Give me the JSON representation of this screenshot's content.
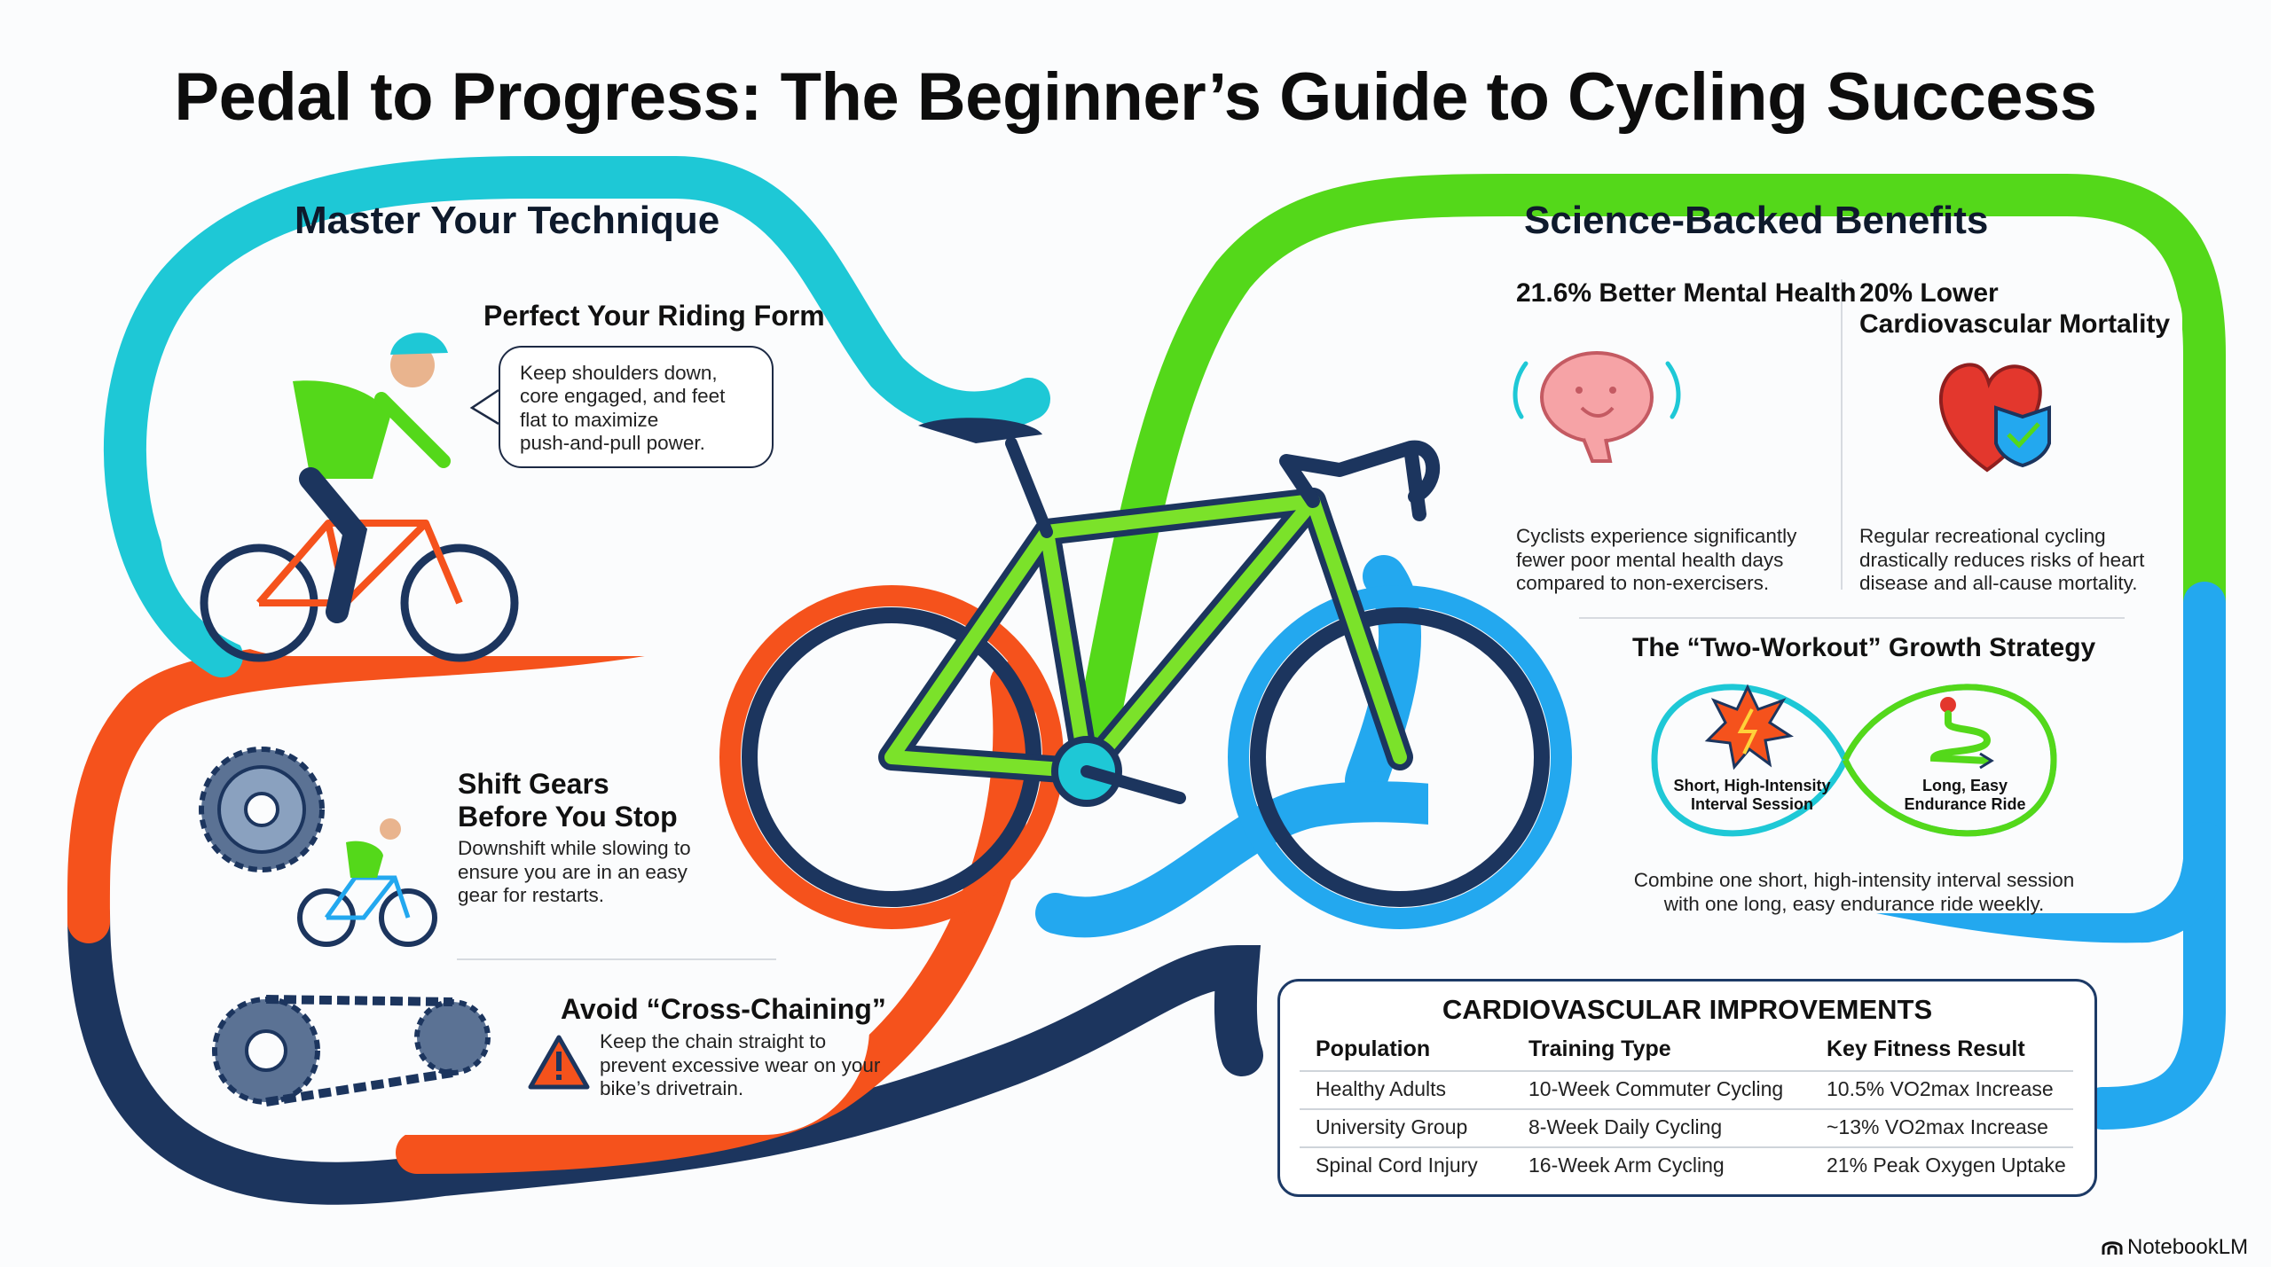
{
  "title": "Pedal to Progress: The Beginner’s Guide to Cycling Success",
  "technique": {
    "heading": "Master Your Technique",
    "form": {
      "title": "Perfect Your Riding Form",
      "line1": "Keep shoulders down,",
      "line2": "core engaged, and feet",
      "line3": "flat to maximize",
      "line4": "push-and-pull power."
    },
    "gears": {
      "title1": "Shift Gears",
      "title2": "Before You Stop",
      "line1": "Downshift while slowing to",
      "line2": "ensure you are in an easy",
      "line3": "gear for restarts."
    },
    "chain": {
      "title": "Avoid “Cross-Chaining”",
      "line1": "Keep the chain straight to",
      "line2": "prevent excessive wear on your",
      "line3": "bike’s drivetrain."
    }
  },
  "benefits": {
    "heading": "Science-Backed Benefits",
    "mental": {
      "title": "21.6% Better Mental Health",
      "line1": "Cyclists experience significantly",
      "line2": "fewer poor mental health days",
      "line3": "compared to non-exercisers."
    },
    "cardio": {
      "title1": "20% Lower",
      "title2": "Cardiovascular Mortality",
      "line1": "Regular recreational cycling",
      "line2": "drastically reduces risks of heart",
      "line3": "disease and all-cause mortality."
    },
    "strategy": {
      "title": "The “Two-Workout” Growth Strategy",
      "left1": "Short, High-Intensity",
      "left2": "Interval Session",
      "right1": "Long, Easy",
      "right2": "Endurance Ride",
      "line1": "Combine one short, high-intensity interval session",
      "line2": "with one long, easy endurance ride weekly."
    }
  },
  "table": {
    "title": "CARDIOVASCULAR IMPROVEMENTS",
    "headers": [
      "Population",
      "Training Type",
      "Key Fitness Result"
    ],
    "rows": [
      [
        "Healthy Adults",
        "10-Week Commuter Cycling",
        "10.5% VO2max Increase"
      ],
      [
        "University Group",
        "8-Week Daily Cycling",
        "~13% VO2max Increase"
      ],
      [
        "Spinal Cord Injury",
        "16-Week Arm Cycling",
        "21% Peak Oxygen Uptake"
      ]
    ]
  },
  "footer": {
    "brand": "NotebookLM"
  },
  "colors": {
    "cyan": "#1ec8d6",
    "green": "#54d81a",
    "orange": "#f5521c",
    "blue": "#23a8ef",
    "navy": "#1c355e"
  },
  "icons": [
    "cyclist-icon",
    "speech-bubble-icon",
    "cassette-gear-icon",
    "small-cyclist-icon",
    "chain-icon",
    "warning-icon",
    "bicycle-icon",
    "brain-icon",
    "heart-shield-icon",
    "burst-icon",
    "route-icon",
    "notebooklm-logo-icon"
  ]
}
